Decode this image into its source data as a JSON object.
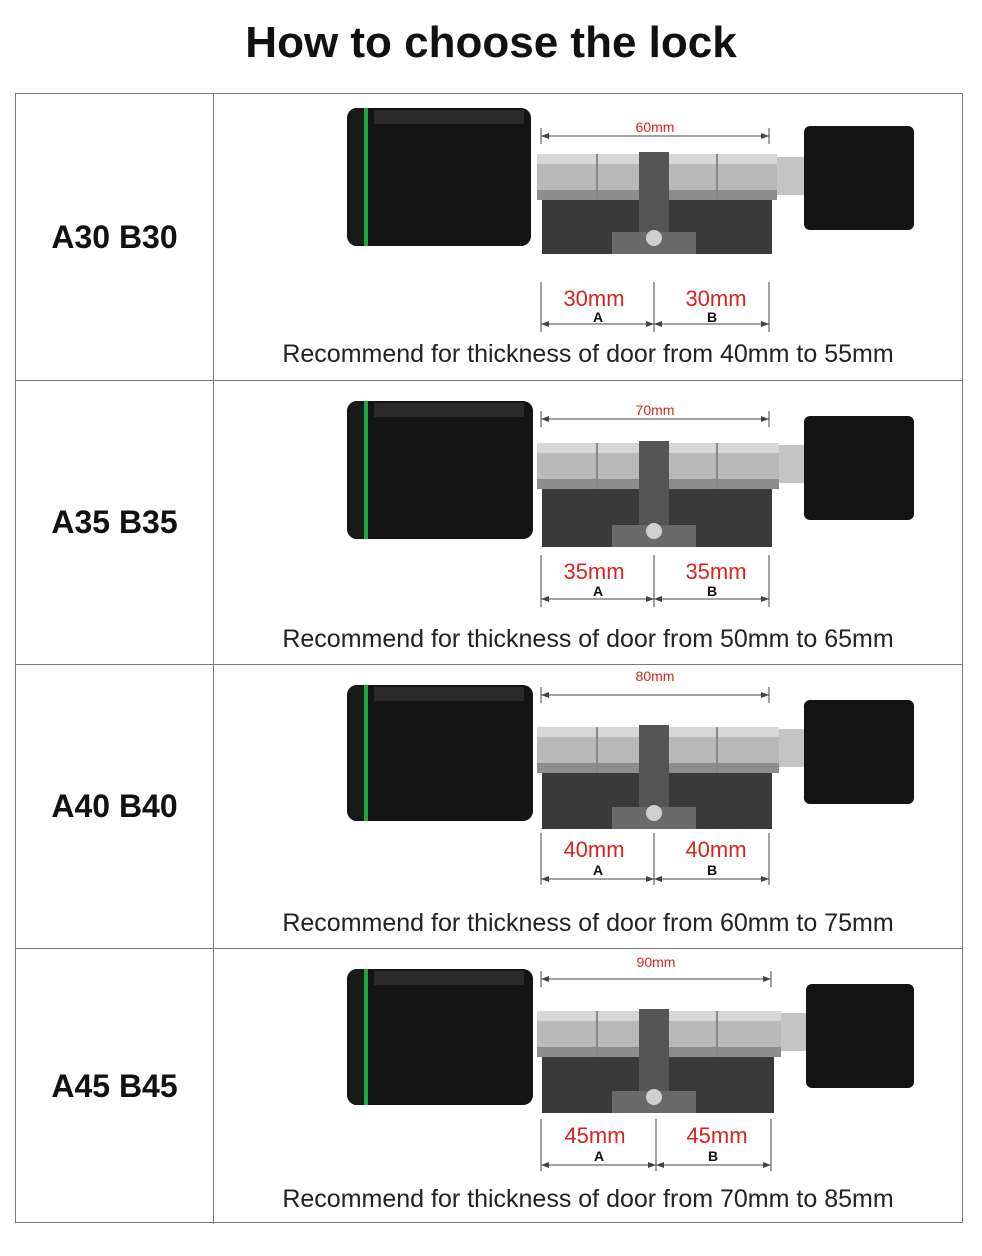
{
  "title": "How to choose the lock",
  "rows": [
    {
      "size": "A30 B30",
      "total": "60mm",
      "a": "30mm",
      "b": "30mm",
      "a_letter": "A",
      "b_letter": "B",
      "recommend": "Recommend for thickness of door from 40mm to 55mm"
    },
    {
      "size": "A35 B35",
      "total": "70mm",
      "a": "35mm",
      "b": "35mm",
      "a_letter": "A",
      "b_letter": "B",
      "recommend": "Recommend for thickness of door from 50mm to 65mm"
    },
    {
      "size": "A40 B40",
      "total": "80mm",
      "a": "40mm",
      "b": "40mm",
      "a_letter": "A",
      "b_letter": "B",
      "recommend": "Recommend for thickness of door from 60mm to 75mm"
    },
    {
      "size": "A45 B45",
      "total": "90mm",
      "a": "45mm",
      "b": "45mm",
      "a_letter": "A",
      "b_letter": "B",
      "recommend": "Recommend for thickness of door from 70mm to 85mm"
    }
  ],
  "colors": {
    "dimension_red": "#d8231f",
    "ring_green": "#1fa83a",
    "lock_black": "#141414",
    "cylinder_silver": "#b9b9b9"
  }
}
